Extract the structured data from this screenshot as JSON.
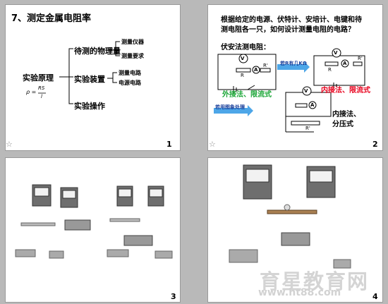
{
  "slide1": {
    "title": "7、测定金属电阻率",
    "principle": "实验原理",
    "formula_lhs": "ρ =",
    "formula_num": "RS",
    "formula_den": "l",
    "quantity": "待测的物理量",
    "quantity_items": [
      "测量仪器",
      "测量要求"
    ],
    "setup": "实验装置",
    "setup_items": [
      "测量电路",
      "电源电路"
    ],
    "operation": "实验操作",
    "page": "1"
  },
  "slide2": {
    "question_line1": "根据给定的电源、伏特计、安培计、电键和待",
    "question_line2": "测电阻各一只，如何设计测量电阻的电路？",
    "method_title": "伏安法测电阻：",
    "arrow1_label": "若R有几KΩ",
    "outer_label": "外接法、限流式",
    "inner_label": "内接法、限流式",
    "arrow2_label": "若用图象处理",
    "inner2_line1": "内接法、",
    "inner2_line2": "分压式",
    "meter_v": "V",
    "meter_a": "A",
    "resistor_r": "R",
    "rheostat": "R'",
    "page": "2"
  },
  "slide3": {
    "page": "3"
  },
  "slide4": {
    "page": "4"
  },
  "watermark": {
    "line1": "育星教育网",
    "line2": "www.ht88.com"
  },
  "star_icon": "☆",
  "colors": {
    "green": "#19a535",
    "red": "#e8001c"
  }
}
